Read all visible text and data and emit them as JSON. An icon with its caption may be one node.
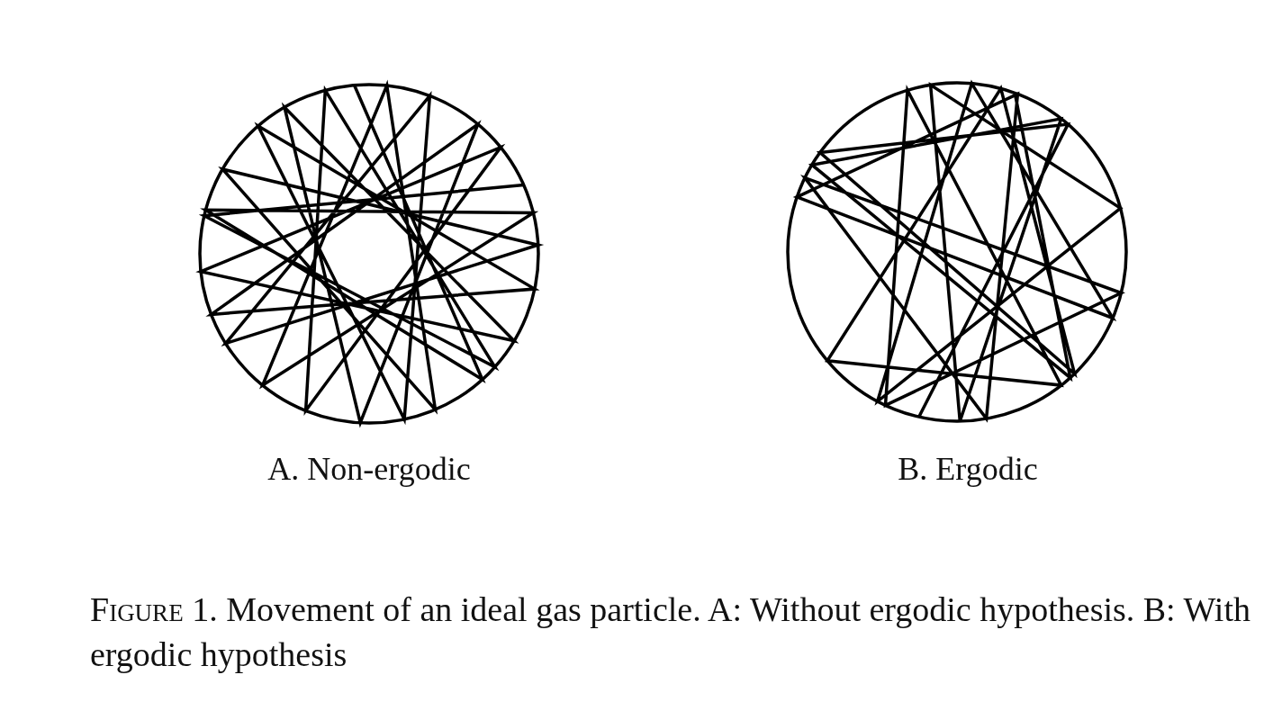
{
  "diagram": {
    "caption": "Figure 1. Movement of an ideal gas particle. A: Without ergodic hypothesis. B: With ergodic hypothesis",
    "labels": [
      "A. Non-ergodic",
      "B. Ergodic"
    ]
  }
}
